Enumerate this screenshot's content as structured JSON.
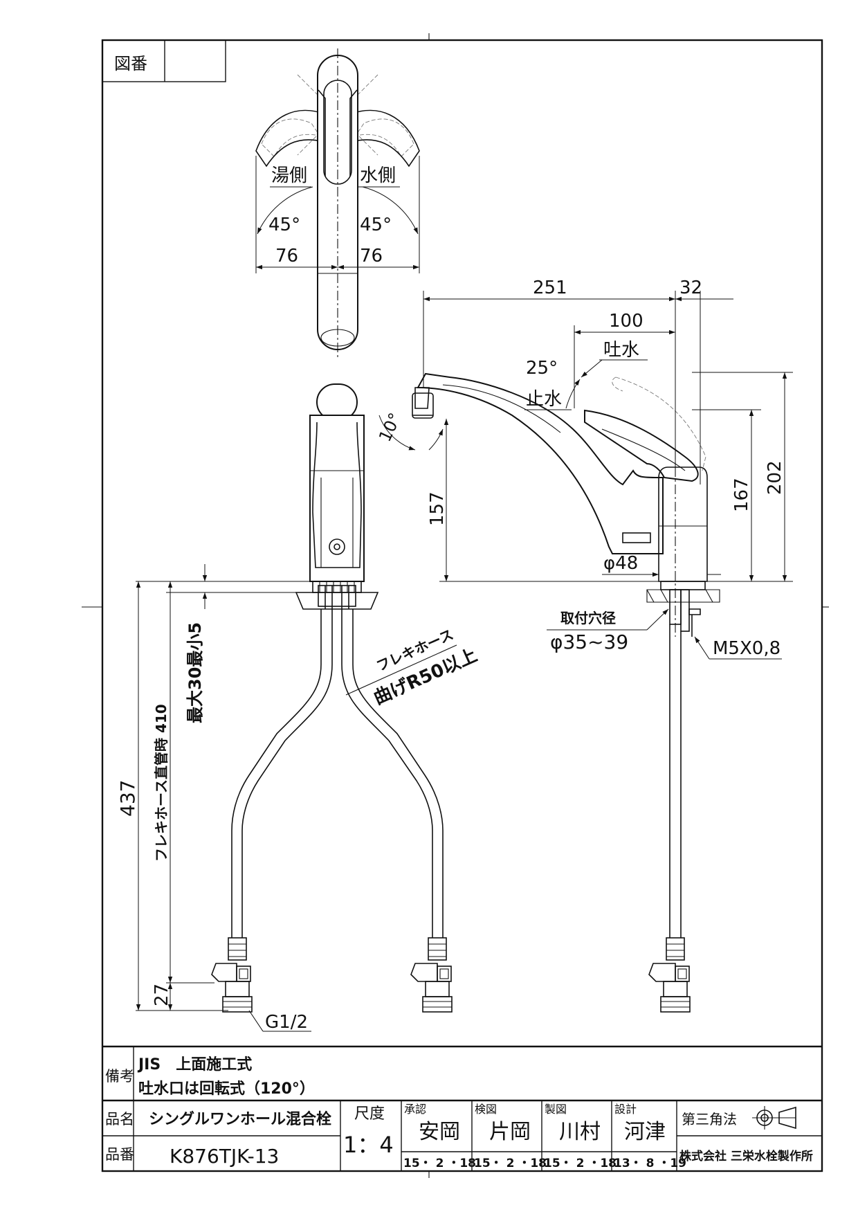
{
  "title_block": {
    "zuban_label": "図番",
    "remarks_label": "備考",
    "remarks": [
      "JIS　上面施工式",
      "吐水口は回転式（120°）"
    ],
    "hinmei_label": "品名",
    "hinmei": "シングルワンホール混合栓",
    "hinban_label": "品番",
    "hinban": "K876TJK-13",
    "scale_label": "尺度",
    "scale": "1：4",
    "approvals": [
      {
        "role": "承認",
        "name": "安岡",
        "date": "15・ 2 ・18"
      },
      {
        "role": "検図",
        "name": "片岡",
        "date": "15・ 2 ・18"
      },
      {
        "role": "製図",
        "name": "川村",
        "date": "15・ 2 ・18"
      },
      {
        "role": "設計",
        "name": "河津",
        "date": "13・ 8 ・19"
      }
    ],
    "projection": "第三角法",
    "company": "株式会社 三栄水栓製作所"
  },
  "drawing": {
    "hot_side": "湯側",
    "cold_side": "水側",
    "angle_left": "45°",
    "angle_right": "45°",
    "dim_left_76": "76",
    "dim_right_76": "76",
    "dim_251": "251",
    "dim_32": "32",
    "dim_100": "100",
    "water_out": "吐水",
    "angle_25": "25°",
    "water_stop": "止水",
    "angle_10": "10°",
    "dim_157": "157",
    "dim_167": "167",
    "dim_202": "202",
    "dia_48": "φ48",
    "mount_hole_label": "取付穴径",
    "mount_hole": "φ35~39",
    "thread": "M5X0,8",
    "flex_hose": "フレキホース",
    "bend_radius": "曲げR50以上",
    "max_thickness": "最大30最小5",
    "straight_pipe": "フレキホース直管時 410",
    "dim_437": "437",
    "dim_27": "27",
    "g12": "G1/2"
  }
}
